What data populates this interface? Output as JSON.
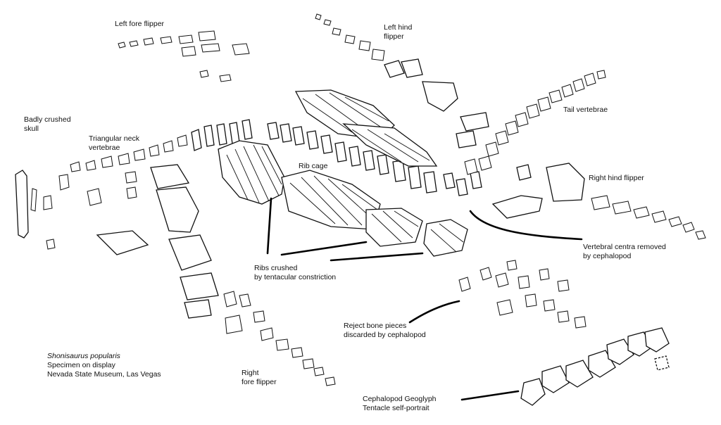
{
  "labels": {
    "left_fore_flipper": "Left fore flipper",
    "left_hind_flipper": [
      "Left hind",
      "flipper"
    ],
    "badly_crushed_skull": [
      "Badly crushed",
      "skull"
    ],
    "triangular_neck": [
      "Triangular neck",
      "vertebrae"
    ],
    "tail_vertebrae": "Tail vertebrae",
    "rib_cage": "Rib cage",
    "right_hind_flipper": "Right hind flipper",
    "vertebral_centra": [
      "Vertebral centra removed",
      "by cephalopod"
    ],
    "ribs_crushed": [
      "Ribs crushed",
      "by tentacular constriction"
    ],
    "reject_bone": [
      "Reject bone pieces",
      "discarded by cephalopod"
    ],
    "specimen": {
      "species": "Shonisaurus popularis",
      "line2": "Specimen on display",
      "line3": "Nevada State Museum, Las Vegas"
    },
    "right_fore_flipper": [
      "Right",
      "fore flipper"
    ],
    "geoglyph": [
      "Cephalopod Geoglyph",
      "Tentacle self-portrait"
    ]
  }
}
